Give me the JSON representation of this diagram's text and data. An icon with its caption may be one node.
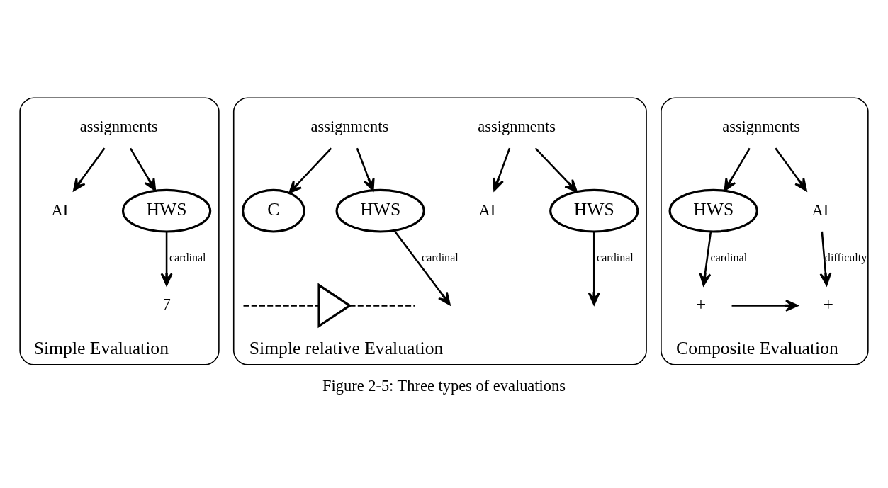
{
  "diagram": {
    "caption": "Figure 2-5: Three types of evaluations",
    "nodes": [
      {
        "text": [
          "Simple Evaluation"
        ]
      },
      {
        "text": [
          "assignments"
        ],
        "in": 0
      },
      {
        "text": [
          "AI"
        ],
        "in": 0
      },
      {
        "text": [
          "HWS"
        ],
        "in": 0
      },
      {
        "text": [
          "7"
        ],
        "in": 0
      },
      {
        "text": [
          "Simple relative Evaluation"
        ]
      },
      {
        "text": [
          "assignments"
        ],
        "in": 5
      },
      {
        "text": [
          "AI"
        ],
        "in": 5
      },
      {
        "text": [
          "HWS"
        ],
        "in": 5
      },
      {
        "text": [
          "assignments"
        ],
        "in": 5
      },
      {
        "text": [
          "C"
        ],
        "in": 5
      },
      {
        "text": [
          "HWS"
        ],
        "in": 5
      },
      {
        "text": [],
        "shape": "chevron",
        "in": 5
      },
      {
        "text": [
          "Composite Evaluation"
        ]
      },
      {
        "text": [
          "assignments"
        ],
        "in": 13
      },
      {
        "text": [
          "AI"
        ],
        "in": 13
      },
      {
        "text": [
          "HWS"
        ],
        "in": 13
      },
      {
        "text": [
          "+"
        ],
        "in": 13
      },
      {
        "text": [
          "+"
        ],
        "in": 13
      }
    ],
    "edges": [
      {
        "from": 1,
        "to": 2,
        "arrow": "to"
      },
      {
        "from": 1,
        "to": 3,
        "arrow": "to"
      },
      {
        "from": 3,
        "to": 4,
        "arrow": "to",
        "label": "cardinal"
      },
      {
        "from": 6,
        "to": 7,
        "arrow": "to"
      },
      {
        "from": 6,
        "to": 8,
        "arrow": "to"
      },
      {
        "from": 9,
        "to": 10,
        "arrow": "to"
      },
      {
        "from": 9,
        "to": 11,
        "arrow": "to"
      },
      {
        "from": 8,
        "to": null,
        "arrow": "to",
        "label": "cardinal"
      },
      {
        "from": 11,
        "to": null,
        "arrow": "to",
        "label": "cardinal"
      },
      {
        "from": null,
        "to": 12,
        "arrow": "none",
        "style": "dashed"
      },
      {
        "from": 12,
        "to": null,
        "arrow": "none",
        "style": "dashed"
      },
      {
        "from": 14,
        "to": 15,
        "arrow": "to"
      },
      {
        "from": 14,
        "to": 16,
        "arrow": "to"
      },
      {
        "from": 15,
        "to": 17,
        "arrow": "to",
        "label": "difficulty"
      },
      {
        "from": 16,
        "to": 18,
        "arrow": "to",
        "label": "cardinal"
      },
      {
        "from": 18,
        "to": 17,
        "arrow": "to"
      }
    ]
  }
}
